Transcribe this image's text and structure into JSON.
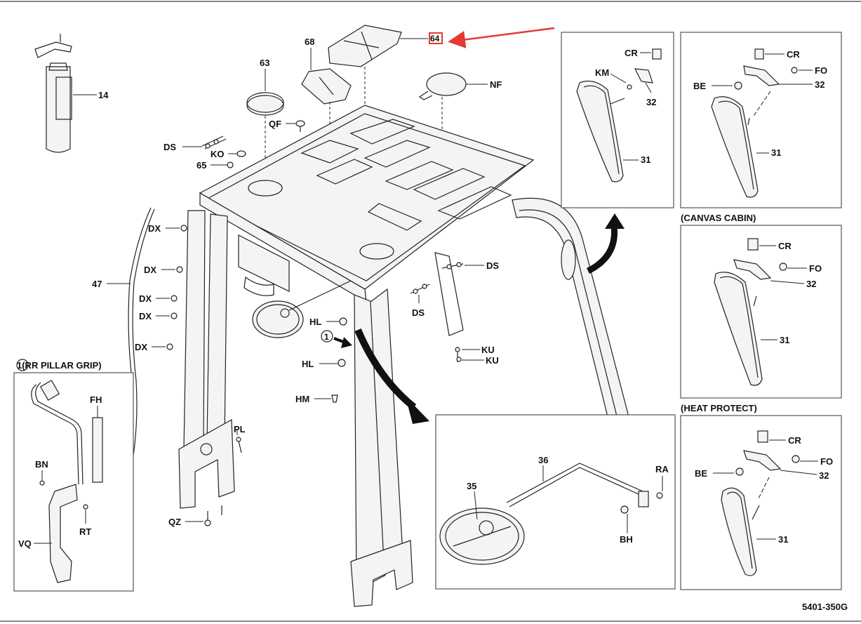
{
  "drawing_number": "5401-350G",
  "highlight_color": "#e53935",
  "labels": {
    "l14": "14",
    "l63": "63",
    "l64": "64",
    "l65": "65",
    "l68": "68",
    "l47": "47",
    "nf": "NF",
    "qf": "QF",
    "ko": "KO",
    "ds1": "DS",
    "ds2": "DS",
    "ds3": "DS",
    "dx1": "DX",
    "dx2": "DX",
    "dx3": "DX",
    "dx4": "DX",
    "dx5": "DX",
    "hl1": "HL",
    "hl2": "HL",
    "hm": "HM",
    "ku1": "KU",
    "ku2": "KU",
    "pl": "PL",
    "qz": "QZ",
    "circle1": "1"
  },
  "inset_grip": {
    "title": "1(RR PILLAR GRIP)",
    "fh": "FH",
    "bn": "BN",
    "rt": "RT",
    "vq": "VQ"
  },
  "inset_mirror_arm": {
    "p35": "35",
    "p36": "36",
    "ra": "RA",
    "bh": "BH"
  },
  "inset_mirror1": {
    "cr": "CR",
    "km": "KM",
    "p32": "32",
    "p31": "31"
  },
  "inset_mirror2": {
    "cr": "CR",
    "fo": "FO",
    "be": "BE",
    "p32": "32",
    "p31": "31"
  },
  "inset_canvas": {
    "title": "(CANVAS CABIN)",
    "cr": "CR",
    "fo": "FO",
    "p32": "32",
    "p31": "31"
  },
  "inset_heat": {
    "title": "(HEAT PROTECT)",
    "cr": "CR",
    "fo": "FO",
    "be": "BE",
    "p32": "32",
    "p31": "31"
  }
}
